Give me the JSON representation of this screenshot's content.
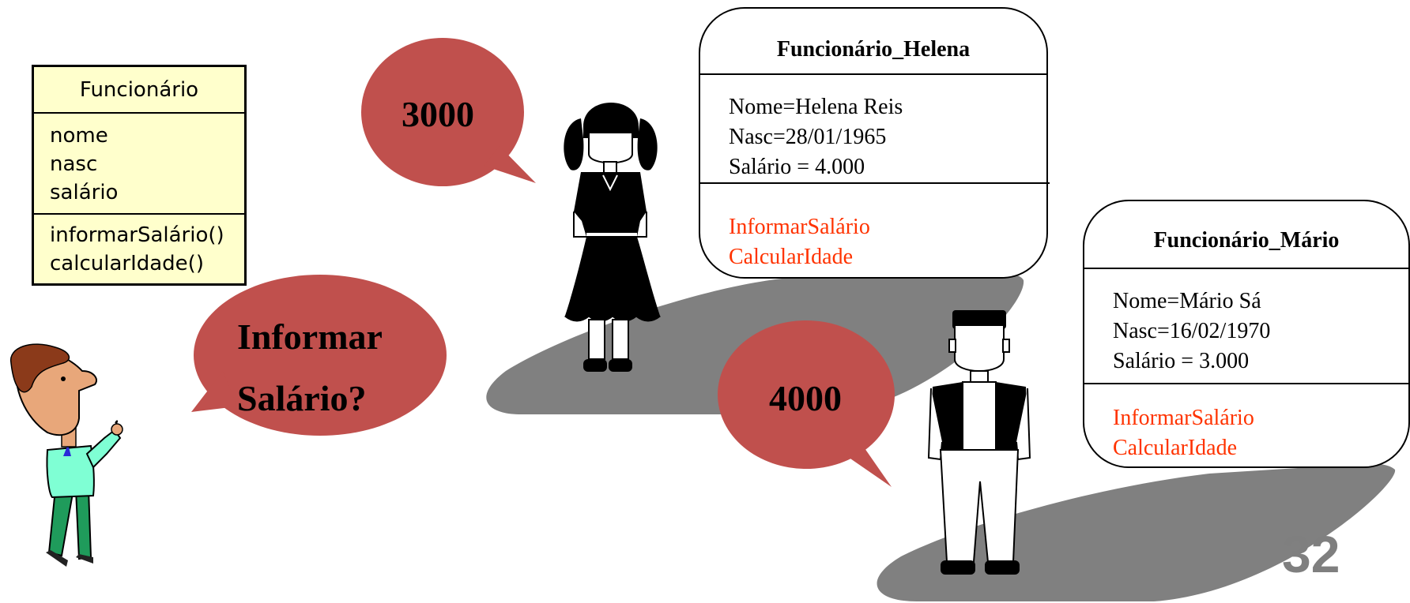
{
  "uml_class": {
    "name": "Funcionário",
    "attributes": [
      "nome",
      "nasc",
      "salário"
    ],
    "operations": [
      "informarSalário()",
      "calcularIdade()"
    ]
  },
  "objects": [
    {
      "title": "Funcionário_Helena",
      "attributes": [
        "Nome=Helena Reis",
        "Nasc=28/01/1965",
        "Salário = 4.000"
      ],
      "operations": [
        "InformarSalário",
        "CalcularIdade"
      ]
    },
    {
      "title": "Funcionário_Mário",
      "attributes": [
        "Nome=Mário Sá",
        "Nasc=16/02/1970",
        "Salário = 3.000"
      ],
      "operations": [
        "InformarSalário",
        "CalcularIdade"
      ]
    }
  ],
  "bubbles": {
    "helena": "3000",
    "question_line1": "Informar",
    "question_line2": "Salário?",
    "mario": "4000"
  },
  "page_number": "32",
  "colors": {
    "bubble_fill": "#c0504d",
    "uml_fill": "#ffffcc",
    "operation_text": "#ff3300",
    "shadow": "#808080",
    "page_number": "#7f7f7f"
  }
}
